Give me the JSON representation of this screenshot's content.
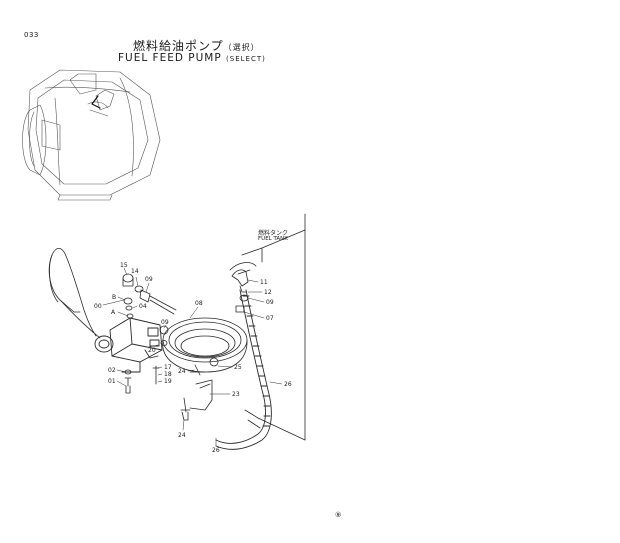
{
  "page_number": "033",
  "title_jp": "燃料給油ポンプ",
  "title_jp_paren": "（選択）",
  "title_en": "FUEL  FEED  PUMP",
  "title_en_paren": "(SELECT)",
  "fuel_tank_jp": "燃料タンク",
  "fuel_tank_en": "FUEL TANK",
  "footer_mark": "⑨",
  "callouts": [
    {
      "id": "15",
      "text": "15"
    },
    {
      "id": "14",
      "text": "14"
    },
    {
      "id": "09a",
      "text": "09"
    },
    {
      "id": "00",
      "text": "00"
    },
    {
      "id": "B",
      "text": "B"
    },
    {
      "id": "04",
      "text": "04"
    },
    {
      "id": "A",
      "text": "A"
    },
    {
      "id": "08",
      "text": "08"
    },
    {
      "id": "09b",
      "text": "09"
    },
    {
      "id": "20",
      "text": "20"
    },
    {
      "id": "02",
      "text": "02"
    },
    {
      "id": "01",
      "text": "01"
    },
    {
      "id": "17",
      "text": "17"
    },
    {
      "id": "18",
      "text": "18"
    },
    {
      "id": "19",
      "text": "19"
    },
    {
      "id": "24a",
      "text": "24"
    },
    {
      "id": "25",
      "text": "25"
    },
    {
      "id": "23",
      "text": "23"
    },
    {
      "id": "24b",
      "text": "24"
    },
    {
      "id": "26a",
      "text": "26"
    },
    {
      "id": "26b",
      "text": "26"
    },
    {
      "id": "11",
      "text": "11"
    },
    {
      "id": "12",
      "text": "12"
    },
    {
      "id": "09c",
      "text": "09"
    },
    {
      "id": "07",
      "text": "07"
    }
  ]
}
